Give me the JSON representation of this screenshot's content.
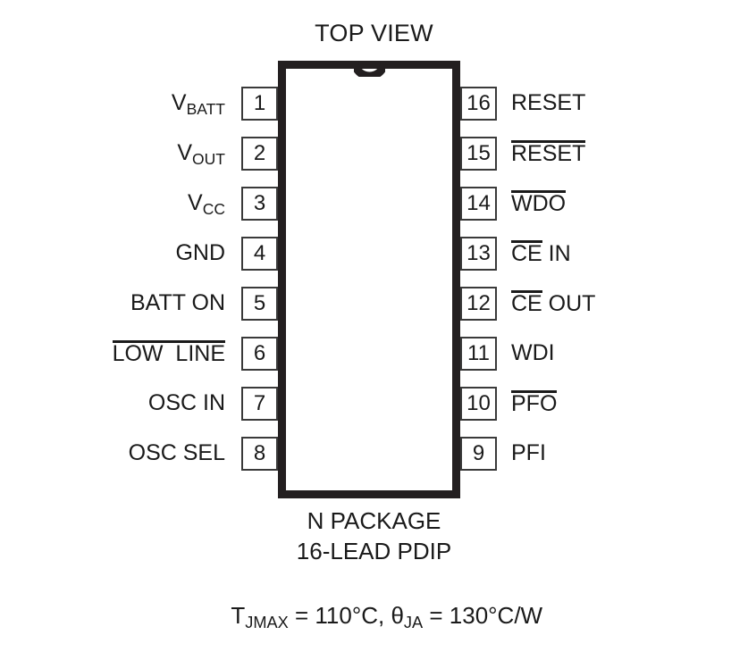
{
  "title": "TOP VIEW",
  "package": {
    "body_label": "",
    "notch_icon": "package-notch-semicircle"
  },
  "pins": {
    "left": [
      {
        "number": "1",
        "label": "V",
        "sub": "BATT",
        "overline": false
      },
      {
        "number": "2",
        "label": "V",
        "sub": "OUT",
        "overline": false
      },
      {
        "number": "3",
        "label": "V",
        "sub": "CC",
        "overline": false
      },
      {
        "number": "4",
        "label": "GND",
        "sub": "",
        "overline": false
      },
      {
        "number": "5",
        "label": "BATT ON",
        "sub": "",
        "overline": false
      },
      {
        "number": "6",
        "label": "LOW  LINE",
        "sub": "",
        "overline": true
      },
      {
        "number": "7",
        "label": "OSC IN",
        "sub": "",
        "overline": false
      },
      {
        "number": "8",
        "label": "OSC SEL",
        "sub": "",
        "overline": false
      }
    ],
    "right": [
      {
        "number": "16",
        "label": "RESET",
        "sub": "",
        "overline": false,
        "overline_part": "",
        "plain_part": "RESET"
      },
      {
        "number": "15",
        "label": "RESET",
        "sub": "",
        "overline": true,
        "overline_part": "RESET",
        "plain_part": ""
      },
      {
        "number": "14",
        "label": "WDO",
        "sub": "",
        "overline": true,
        "overline_part": "WDO",
        "plain_part": ""
      },
      {
        "number": "13",
        "label": "CE IN",
        "sub": "",
        "overline": true,
        "overline_part": "CE",
        "plain_part": " IN"
      },
      {
        "number": "12",
        "label": "CE OUT",
        "sub": "",
        "overline": true,
        "overline_part": "CE",
        "plain_part": " OUT"
      },
      {
        "number": "11",
        "label": "WDI",
        "sub": "",
        "overline": false,
        "overline_part": "",
        "plain_part": "WDI"
      },
      {
        "number": "10",
        "label": "PFO",
        "sub": "",
        "overline": true,
        "overline_part": "PFO",
        "plain_part": ""
      },
      {
        "number": "9",
        "label": "PFI",
        "sub": "",
        "overline": false,
        "overline_part": "",
        "plain_part": "PFI"
      }
    ]
  },
  "captions": {
    "package_name": "N PACKAGE",
    "lead_count": "16-LEAD PDIP",
    "thermal": {
      "tj_symbol": "T",
      "tj_sub": "JMAX",
      "tj_value": " = 110°C, ",
      "theta_symbol": "θ",
      "theta_sub": "JA",
      "theta_value": " = 130°C/W"
    }
  },
  "colors": {
    "ink": "#1a1a1a",
    "body_outline": "#231f20",
    "pin_outline": "#3a3a3a",
    "background": "#ffffff"
  }
}
